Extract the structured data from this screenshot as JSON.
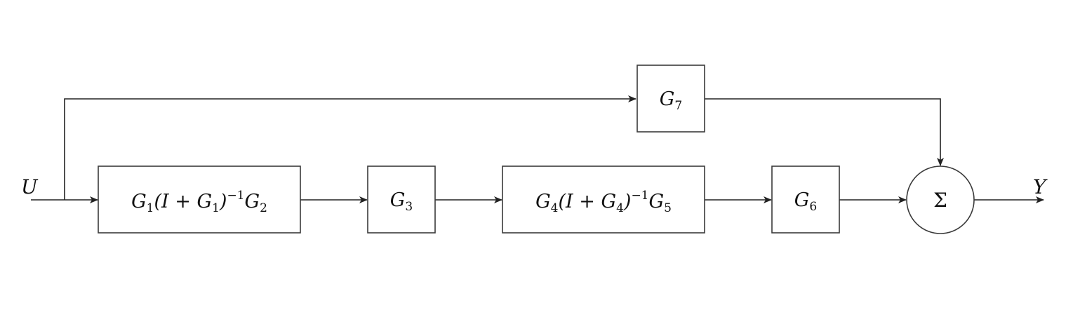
{
  "diagram": {
    "input_signal": "U",
    "output_signal": "Y",
    "blocks": [
      {
        "id": "g1",
        "label": {
          "a": "G",
          "a_sub": "1",
          "b": "(I + G",
          "b_sub": "1",
          "c": ")",
          "c_sup": "−1",
          "d": "G",
          "d_sub": "2"
        }
      },
      {
        "id": "g3",
        "label": {
          "a": "G",
          "a_sub": "3"
        }
      },
      {
        "id": "g4",
        "label": {
          "a": "G",
          "a_sub": "4",
          "b": "(I + G",
          "b_sub": "4",
          "c": ")",
          "c_sup": "−1",
          "d": "G",
          "d_sub": "5"
        }
      },
      {
        "id": "g6",
        "label": {
          "a": "G",
          "a_sub": "6"
        }
      },
      {
        "id": "g7",
        "label": {
          "a": "G",
          "a_sub": "7"
        }
      }
    ],
    "summing_junction": {
      "symbol": "Σ"
    }
  },
  "colors": {
    "line": "#222222",
    "box_stroke": "#3a3a3a",
    "background": "#ffffff"
  }
}
